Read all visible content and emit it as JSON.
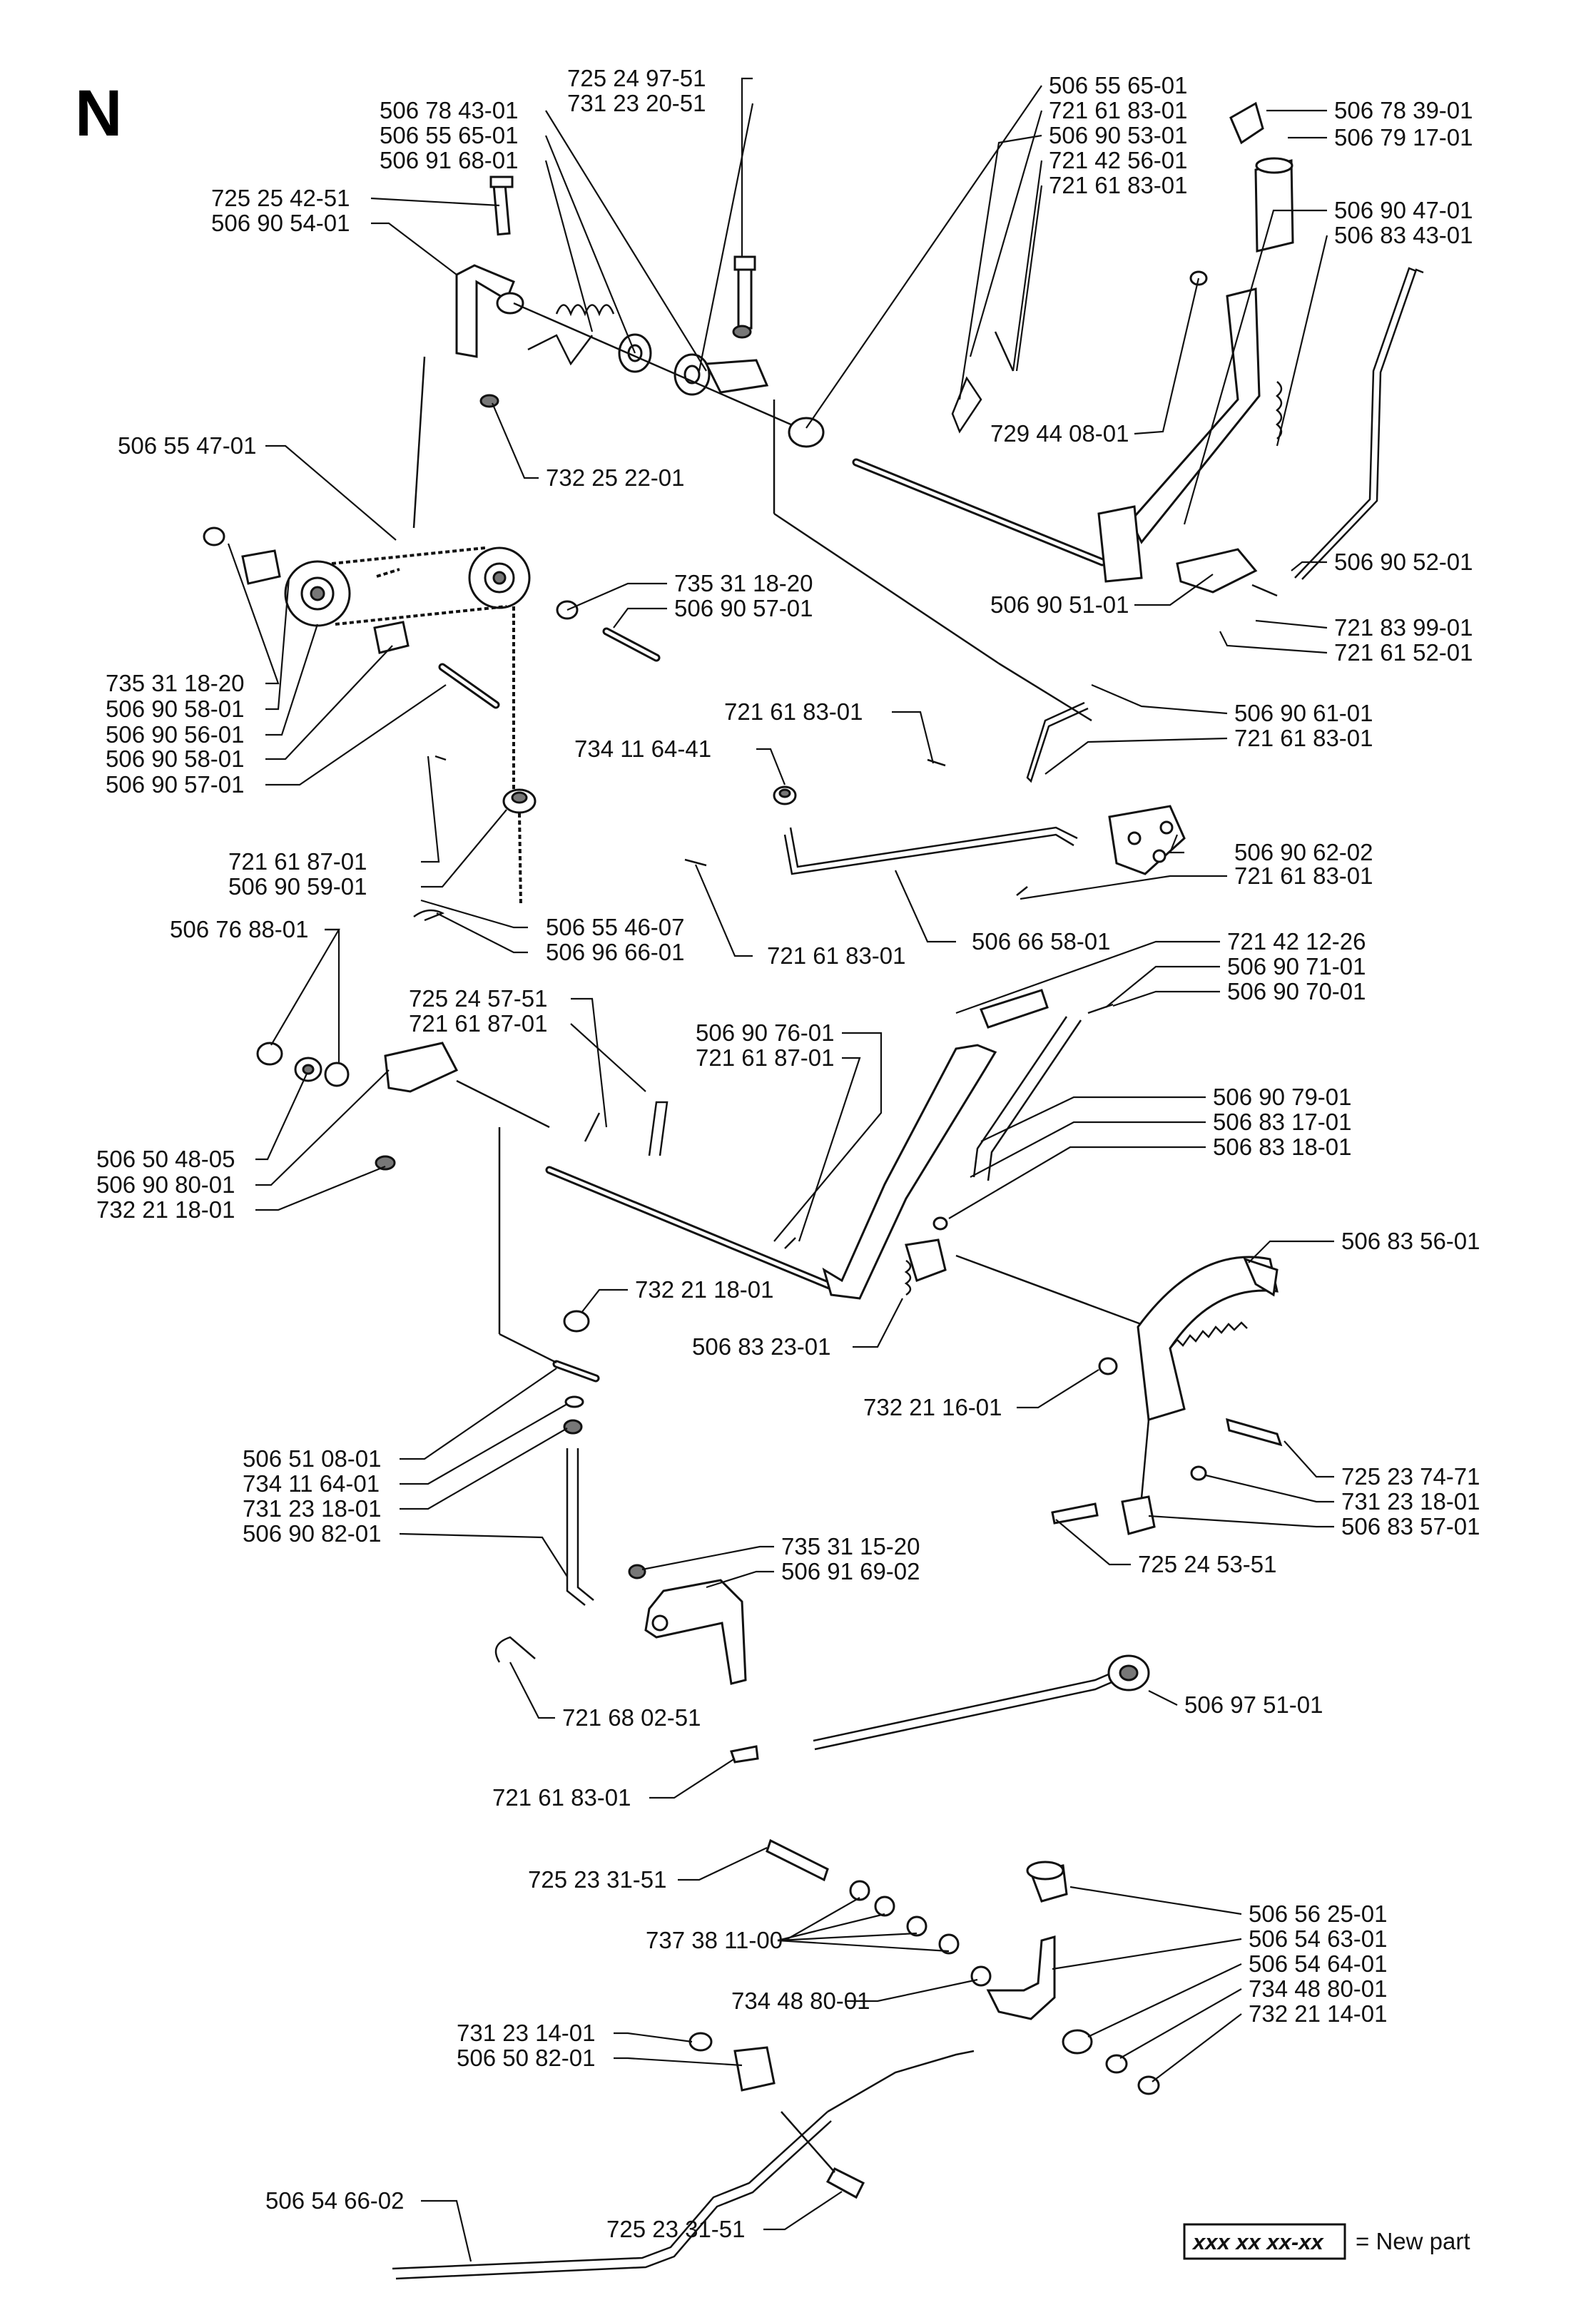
{
  "section_letter": "N",
  "labels": [
    {
      "id": "l01",
      "text": "725 24 97-51"
    },
    {
      "id": "l02",
      "text": "731 23 20-51"
    },
    {
      "id": "l03",
      "text": "506 78 43-01"
    },
    {
      "id": "l04",
      "text": "506 55 65-01"
    },
    {
      "id": "l05",
      "text": "506 91 68-01"
    },
    {
      "id": "l06",
      "text": "725 25 42-51"
    },
    {
      "id": "l07",
      "text": "506 90 54-01"
    },
    {
      "id": "l08",
      "text": "506 55 65-01"
    },
    {
      "id": "l09",
      "text": "721 61 83-01"
    },
    {
      "id": "l10",
      "text": "506 90 53-01"
    },
    {
      "id": "l11",
      "text": "721 42 56-01"
    },
    {
      "id": "l12",
      "text": "721 61 83-01"
    },
    {
      "id": "l13",
      "text": "506 78 39-01"
    },
    {
      "id": "l14",
      "text": "506 79 17-01"
    },
    {
      "id": "l15",
      "text": "506 90 47-01"
    },
    {
      "id": "l16",
      "text": "506 83 43-01"
    },
    {
      "id": "l17",
      "text": "506 55 47-01"
    },
    {
      "id": "l18",
      "text": "732 25 22-01"
    },
    {
      "id": "l19",
      "text": "729 44 08-01"
    },
    {
      "id": "l20",
      "text": "506 90 52-01"
    },
    {
      "id": "l21",
      "text": "735 31 18-20"
    },
    {
      "id": "l22",
      "text": "506 90 57-01"
    },
    {
      "id": "l23",
      "text": "506 90 51-01"
    },
    {
      "id": "l24",
      "text": "721 83 99-01"
    },
    {
      "id": "l25",
      "text": "721 61 52-01"
    },
    {
      "id": "l26",
      "text": "735 31 18-20"
    },
    {
      "id": "l27",
      "text": "506 90 58-01"
    },
    {
      "id": "l28",
      "text": "506 90 56-01"
    },
    {
      "id": "l29",
      "text": "506 90 58-01"
    },
    {
      "id": "l30",
      "text": "506 90 57-01"
    },
    {
      "id": "l31",
      "text": "721 61 83-01"
    },
    {
      "id": "l32",
      "text": "506 90 61-01"
    },
    {
      "id": "l33",
      "text": "721 61 83-01"
    },
    {
      "id": "l34",
      "text": "734 11 64-41"
    },
    {
      "id": "l35",
      "text": "721 61 87-01"
    },
    {
      "id": "l36",
      "text": "506 90 59-01"
    },
    {
      "id": "l37",
      "text": "506 90 62-02"
    },
    {
      "id": "l38",
      "text": "721 61 83-01"
    },
    {
      "id": "l39",
      "text": "506 55 46-07"
    },
    {
      "id": "l40",
      "text": "506 96 66-01"
    },
    {
      "id": "l41",
      "text": "506 66 58-01"
    },
    {
      "id": "l42",
      "text": "721 61 83-01"
    },
    {
      "id": "l43",
      "text": "506 76 88-01"
    },
    {
      "id": "l44",
      "text": "721 42 12-26"
    },
    {
      "id": "l45",
      "text": "506 90 71-01"
    },
    {
      "id": "l46",
      "text": "506 90 70-01"
    },
    {
      "id": "l47",
      "text": "725 24 57-51"
    },
    {
      "id": "l48",
      "text": "721 61 87-01"
    },
    {
      "id": "l49",
      "text": "506 90 76-01"
    },
    {
      "id": "l50",
      "text": "721 61 87-01"
    },
    {
      "id": "l51",
      "text": "506 90 79-01"
    },
    {
      "id": "l52",
      "text": "506 83 17-01"
    },
    {
      "id": "l53",
      "text": "506 83 18-01"
    },
    {
      "id": "l54",
      "text": "506 50 48-05"
    },
    {
      "id": "l55",
      "text": "506 90 80-01"
    },
    {
      "id": "l56",
      "text": "732 21 18-01"
    },
    {
      "id": "l57",
      "text": "506 83 56-01"
    },
    {
      "id": "l58",
      "text": "732 21 18-01"
    },
    {
      "id": "l59",
      "text": "506 83 23-01"
    },
    {
      "id": "l60",
      "text": "732 21 16-01"
    },
    {
      "id": "l61",
      "text": "506 51 08-01"
    },
    {
      "id": "l62",
      "text": "734 11 64-01"
    },
    {
      "id": "l63",
      "text": "731 23 18-01"
    },
    {
      "id": "l64",
      "text": "506 90 82-01"
    },
    {
      "id": "l65",
      "text": "725 23 74-71"
    },
    {
      "id": "l66",
      "text": "731 23 18-01"
    },
    {
      "id": "l67",
      "text": "506 83 57-01"
    },
    {
      "id": "l68",
      "text": "725 24 53-51"
    },
    {
      "id": "l69",
      "text": "735 31 15-20"
    },
    {
      "id": "l70",
      "text": "506 91 69-02"
    },
    {
      "id": "l71",
      "text": "721 68 02-51"
    },
    {
      "id": "l72",
      "text": "506 97 51-01"
    },
    {
      "id": "l73",
      "text": "721 61 83-01"
    },
    {
      "id": "l74",
      "text": "725 23 31-51"
    },
    {
      "id": "l75",
      "text": "506 56 25-01"
    },
    {
      "id": "l76",
      "text": "737 38 11-00"
    },
    {
      "id": "l77",
      "text": "506 54 63-01"
    },
    {
      "id": "l78",
      "text": "506 54 64-01"
    },
    {
      "id": "l79",
      "text": "734 48 80-01"
    },
    {
      "id": "l80",
      "text": "734 48 80-01"
    },
    {
      "id": "l81",
      "text": "732 21 14-01"
    },
    {
      "id": "l82",
      "text": "731 23 14-01"
    },
    {
      "id": "l83",
      "text": "506 50 82-01"
    },
    {
      "id": "l84",
      "text": "506 54 66-02"
    },
    {
      "id": "l85",
      "text": "725 23 31-51"
    }
  ],
  "legend": {
    "code": "xxx xx xx-xx",
    "text": "= New part"
  }
}
